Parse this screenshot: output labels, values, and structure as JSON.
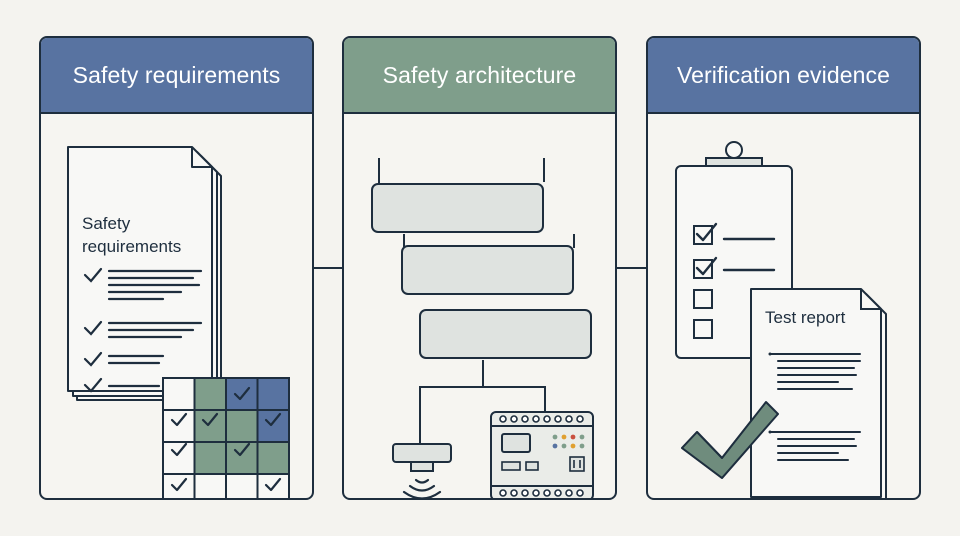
{
  "colors": {
    "navy": "#1e2e3e",
    "blue_header": "#5873a1",
    "green_header": "#7f9e8b",
    "panel_bg": "#f6f5f1",
    "page_bg": "#f4f3ef",
    "block_fill": "#dfe3e0",
    "cell_green": "#7f9e8b",
    "cell_blue": "#5873a1",
    "check_green": "#6f8c7d"
  },
  "panels": [
    {
      "title": "Safety requirements",
      "document_title_line1": "Safety",
      "document_title_line2": "requirements",
      "icons": [
        "document-stack-icon",
        "traceability-matrix-icon"
      ]
    },
    {
      "title": "Safety architecture",
      "icons": [
        "block-hierarchy-icon",
        "proximity-sensor-icon",
        "safety-controller-icon"
      ]
    },
    {
      "title": "Verification evidence",
      "report_title": "Test report",
      "icons": [
        "clipboard-checklist-icon",
        "test-report-icon",
        "large-checkmark-icon"
      ]
    }
  ]
}
